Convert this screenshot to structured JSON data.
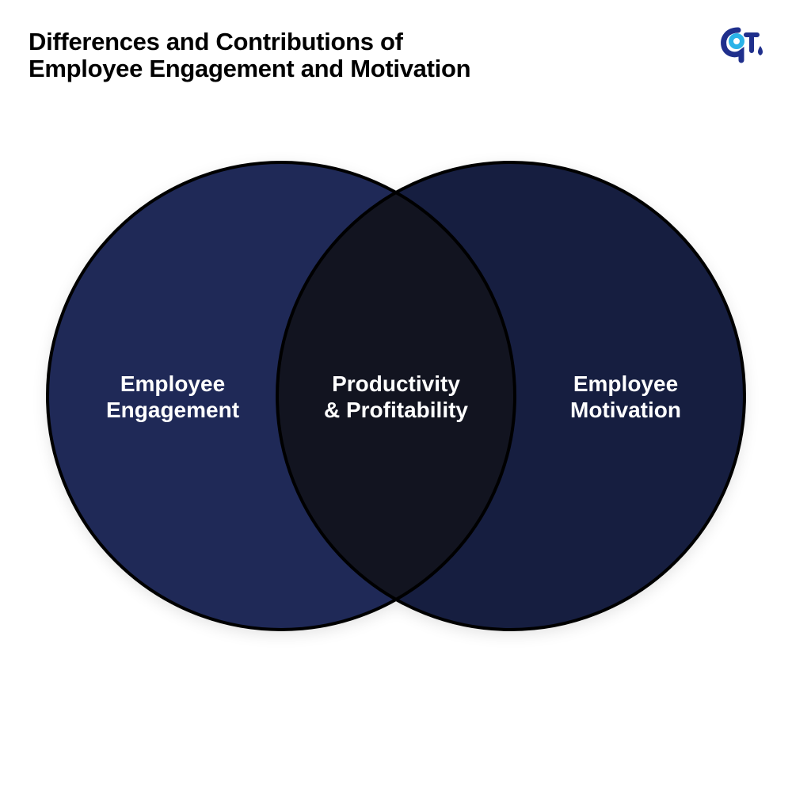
{
  "title": {
    "line1": "Differences and Contributions of",
    "line2": "Employee Engagement and Motivation"
  },
  "logo": {
    "icon": "brand-logo-icon",
    "colors": [
      "#1f2f8c",
      "#2bb3e8"
    ]
  },
  "diagram": {
    "type": "venn",
    "left": {
      "line1": "Employee",
      "line2": "Engagement",
      "color": "#1f2957"
    },
    "right": {
      "line1": "Employee",
      "line2": "Motivation",
      "color": "#161e40"
    },
    "intersection": {
      "line1": "Productivity",
      "line2": "& Profitability",
      "color": "#121420"
    },
    "outline_color": "#000000"
  }
}
